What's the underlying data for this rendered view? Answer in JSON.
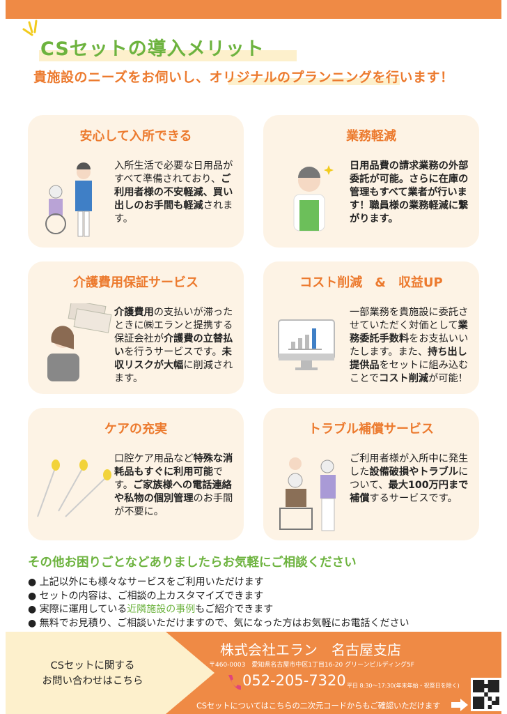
{
  "header": {
    "title": "CSセットの導入メリット",
    "subtitle": "貴施設のニーズをお伺いし、オリジナルのプランニングを行います！"
  },
  "cards": [
    {
      "title": "安心して入所できる",
      "segments": [
        {
          "t": "入所生活で必要な日用品がすべて準備されており、",
          "b": false
        },
        {
          "t": "ご利用者様の不安軽減、買い出しのお手間も軽減",
          "b": true
        },
        {
          "t": "されます。",
          "b": false
        }
      ]
    },
    {
      "title": "業務軽減",
      "segments": [
        {
          "t": "日用品費の請求業務の外部委託が可能。さらに在庫の管理もすべて業者が行います！職員様の業務軽減に繋がります。",
          "b": true
        }
      ]
    },
    {
      "title": "介護費用保証サービス",
      "segments": [
        {
          "t": "介護費用",
          "b": true
        },
        {
          "t": "の支払いが滞ったときに㈱エランと提携する保証会社が",
          "b": false
        },
        {
          "t": "介護費の立替払い",
          "b": true
        },
        {
          "t": "を行うサービスです。",
          "b": false
        },
        {
          "t": "未収リスクが大幅",
          "b": true
        },
        {
          "t": "に削減されます。",
          "b": false
        }
      ]
    },
    {
      "title": "コスト削減　&　収益UP",
      "segments": [
        {
          "t": "一部業務を貴施設に委託させていただく対価として",
          "b": false
        },
        {
          "t": "業務委託手数料",
          "b": true
        },
        {
          "t": "をお支払いいたします。また、",
          "b": false
        },
        {
          "t": "持ち出し提供品",
          "b": true
        },
        {
          "t": "をセットに組み込むことで",
          "b": false
        },
        {
          "t": "コスト削減",
          "b": true
        },
        {
          "t": "が可能！",
          "b": false
        }
      ]
    },
    {
      "title": "ケアの充実",
      "segments": [
        {
          "t": "口腔ケア用品など",
          "b": false
        },
        {
          "t": "特殊な消耗品もすぐに利用可能",
          "b": true
        },
        {
          "t": "です。",
          "b": false
        },
        {
          "t": "ご家族様への電話連絡や私物の個別管理",
          "b": true
        },
        {
          "t": "のお手間が不要に。",
          "b": false
        }
      ]
    },
    {
      "title": "トラブル補償サービス",
      "segments": [
        {
          "t": "ご利用者様が入所中に発生した",
          "b": false
        },
        {
          "t": "設備破損やトラブル",
          "b": true
        },
        {
          "t": "について、",
          "b": false
        },
        {
          "t": "最大100万円まで補償",
          "b": true
        },
        {
          "t": "するサービスです。",
          "b": false
        }
      ]
    }
  ],
  "more": {
    "heading": "その他お困りごとなどありましたらお気軽にご相談ください",
    "bullets": [
      {
        "pre": "● 上記以外にも様々なサービスをご利用いただけます",
        "hl": "",
        "post": ""
      },
      {
        "pre": "● セットの内容は、ご相談の上カスタマイズできます",
        "hl": "",
        "post": ""
      },
      {
        "pre": "● 実際に運用している",
        "hl": "近隣施設の事例",
        "post": "もご紹介できます"
      },
      {
        "pre": "● 無料でお見積り、ご相談いただけますので、気になった方はお気軽にお電話ください",
        "hl": "",
        "post": ""
      }
    ]
  },
  "footer": {
    "inquiry_line1": "CSセットに関する",
    "inquiry_line2": "お問い合わせはこちら",
    "company": "株式会社エラン　名古屋支店",
    "address": "〒460-0003　愛知県名古屋市中区1丁目16-20 グリーンビルディング5F",
    "phone": "052-205-7320",
    "hours": "平日 8:30～17:30(年末年始・祝祭日を除く)",
    "qr_note": "CSセットについてはこちらの二次元コードからもご確認いただけます"
  },
  "colors": {
    "orange": "#EF8A45",
    "green": "#6DB33F",
    "card": "#FDF3E5"
  }
}
